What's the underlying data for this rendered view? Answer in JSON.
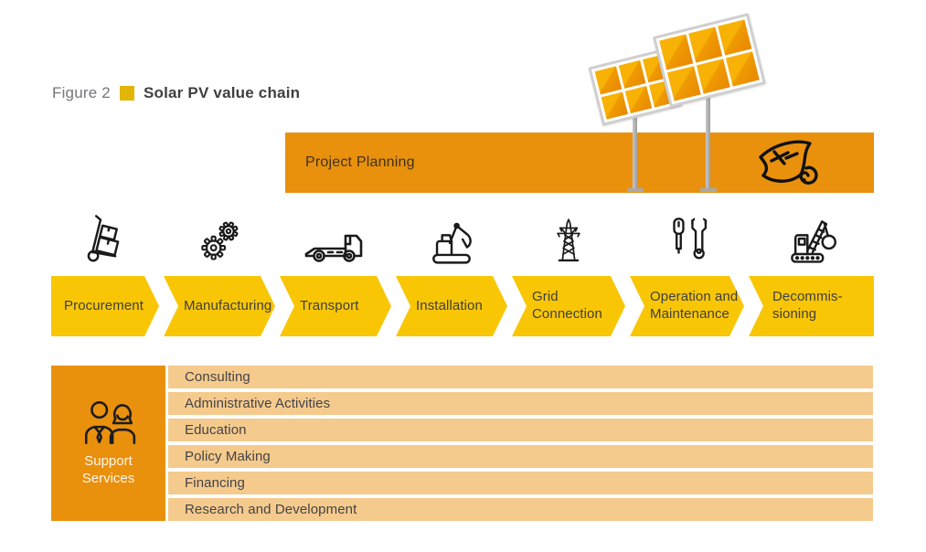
{
  "figure": {
    "label": "Figure 2",
    "title": "Solar PV value chain"
  },
  "banner": {
    "label": "Project Planning",
    "icon": "blueprint-icon"
  },
  "chain": {
    "stages": [
      {
        "label": "Procurement",
        "icon": "hand-truck-icon"
      },
      {
        "label": "Manufacturing",
        "icon": "gears-icon"
      },
      {
        "label": "Transport",
        "icon": "flatbed-truck-icon"
      },
      {
        "label": "Installation",
        "icon": "excavator-icon"
      },
      {
        "label": "Grid\nConnection",
        "icon": "transmission-tower-icon"
      },
      {
        "label": "Operation and\nMaintenance",
        "icon": "tools-icon"
      },
      {
        "label": "Decommis-\nsioning",
        "icon": "wrecking-crane-icon"
      }
    ]
  },
  "support": {
    "label": "Support\nServices",
    "icon": "people-icon",
    "rows": [
      "Consulting",
      "Administrative Activities",
      "Education",
      "Policy Making",
      "Financing",
      "Research and Development"
    ]
  },
  "illustration": {
    "name": "solar-panels"
  },
  "colors": {
    "orange": "#E9900D",
    "yellow": "#F9C606",
    "tan": "#F5CA8D",
    "gold": "#E3B505",
    "text_dark": "#3E3F41",
    "text_gray": "#75767A"
  }
}
